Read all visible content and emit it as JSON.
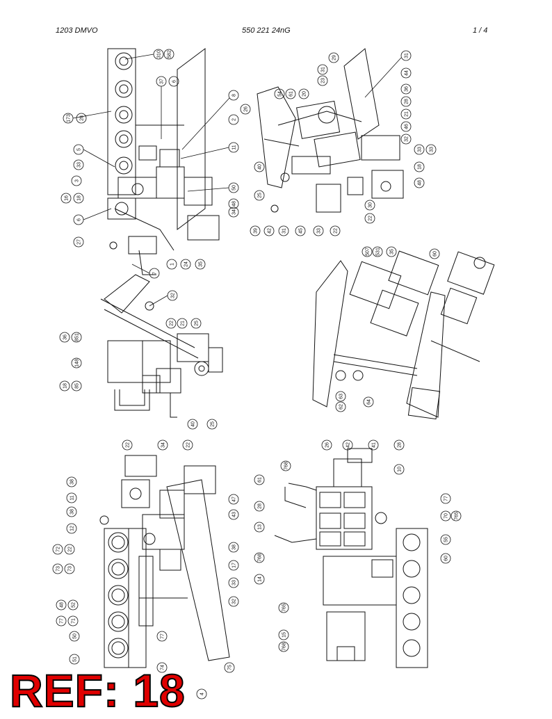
{
  "header": {
    "model": "1203 DMVO",
    "part_number": "550 221 24nG",
    "page": "1 /   4"
  },
  "stamp": {
    "text": "REF: 18",
    "color": "#e00000"
  },
  "callouts": {
    "view_top_left": [
      "310",
      "582",
      "173",
      "28",
      "37",
      "6",
      "8",
      "2",
      "5",
      "33",
      "3",
      "16",
      "18",
      "6",
      "27",
      "11",
      "50",
      "48",
      "34",
      "1",
      "24",
      "35",
      "7",
      "31"
    ],
    "view_top_right": [
      "44",
      "36",
      "28",
      "21",
      "46",
      "32",
      "33",
      "33",
      "18",
      "48",
      "29",
      "31",
      "23",
      "54",
      "61",
      "20",
      "26",
      "40",
      "25",
      "39",
      "42",
      "31",
      "45",
      "33",
      "22",
      "30",
      "22",
      "32"
    ],
    "view_middle_left": [
      "36",
      "851",
      "148",
      "18",
      "85",
      "22",
      "21",
      "25",
      "40",
      "25"
    ],
    "view_middle_right": [
      "507",
      "531",
      "35",
      "60",
      "63",
      "62",
      "64"
    ],
    "view_bottom_left": [
      "22",
      "34",
      "22",
      "38",
      "11",
      "38",
      "12",
      "72",
      "22",
      "73",
      "73",
      "48",
      "52",
      "77",
      "71",
      "50",
      "51",
      "77",
      "74",
      "75",
      "4",
      "47",
      "43",
      "38",
      "17",
      "33",
      "32",
      "26"
    ],
    "view_bottom_right": [
      "42",
      "41",
      "28",
      "10",
      "768",
      "61",
      "28",
      "13",
      "768",
      "14",
      "765",
      "15",
      "768",
      "77",
      "70",
      "765",
      "55",
      "60",
      "36"
    ]
  }
}
